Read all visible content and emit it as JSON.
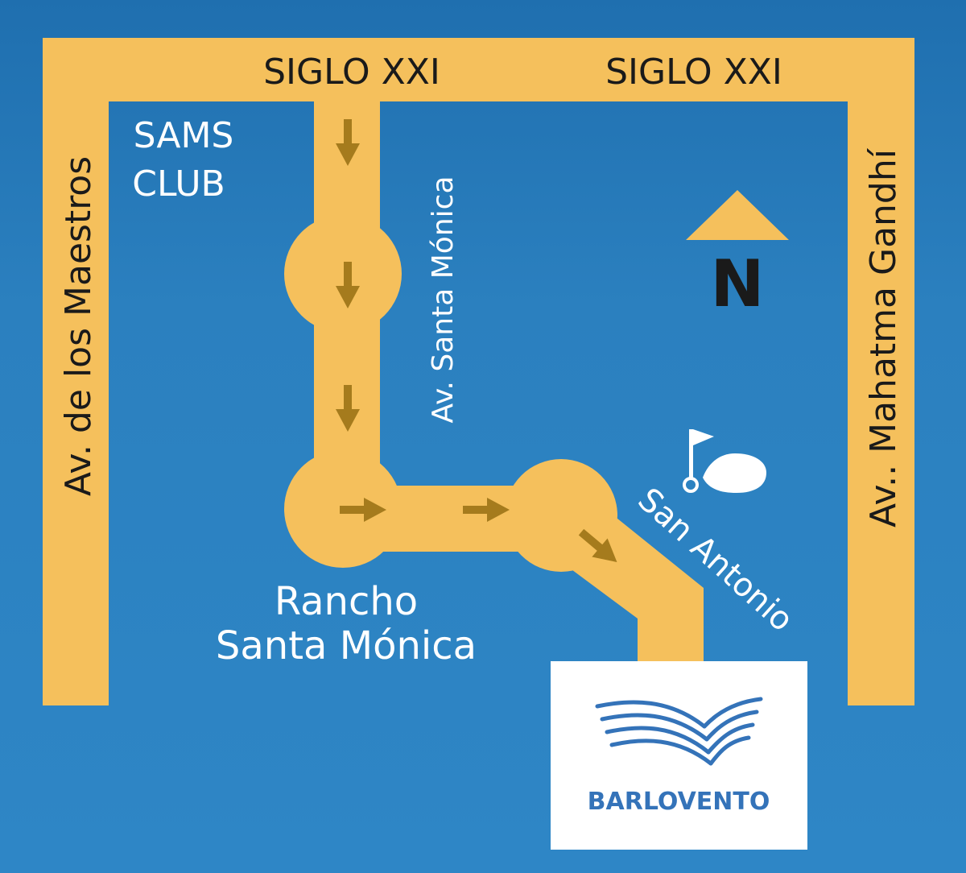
{
  "map": {
    "colors": {
      "background": "#2b80bf",
      "background_dark": "#1f6faf",
      "road": "#f5c05c",
      "arrow": "#a57b1d",
      "label": "#ffffff",
      "road_label": "#1a1a1a",
      "north_text": "#1a1a1a",
      "brand": "#3473b9"
    },
    "roads": {
      "top": "SIGLO XXI",
      "top_right": "SIGLO XXI",
      "left": "Av. de los Maestros",
      "right": "Av.. Mahatma Gandhí",
      "middle": "Av. Santa Mónica",
      "diagonal": "San Antonio"
    },
    "places": {
      "store_line1": "SAMS",
      "store_line2": "CLUB",
      "neighborhood_line1": "Rancho",
      "neighborhood_line2": "Santa Mónica"
    },
    "compass": {
      "letter": "N"
    },
    "icons": {
      "golf": "golf-flag-icon",
      "route": "route-arrow-icon",
      "north": "north-arrow-icon"
    },
    "destination": {
      "brand": "BARLOVENTO"
    }
  }
}
